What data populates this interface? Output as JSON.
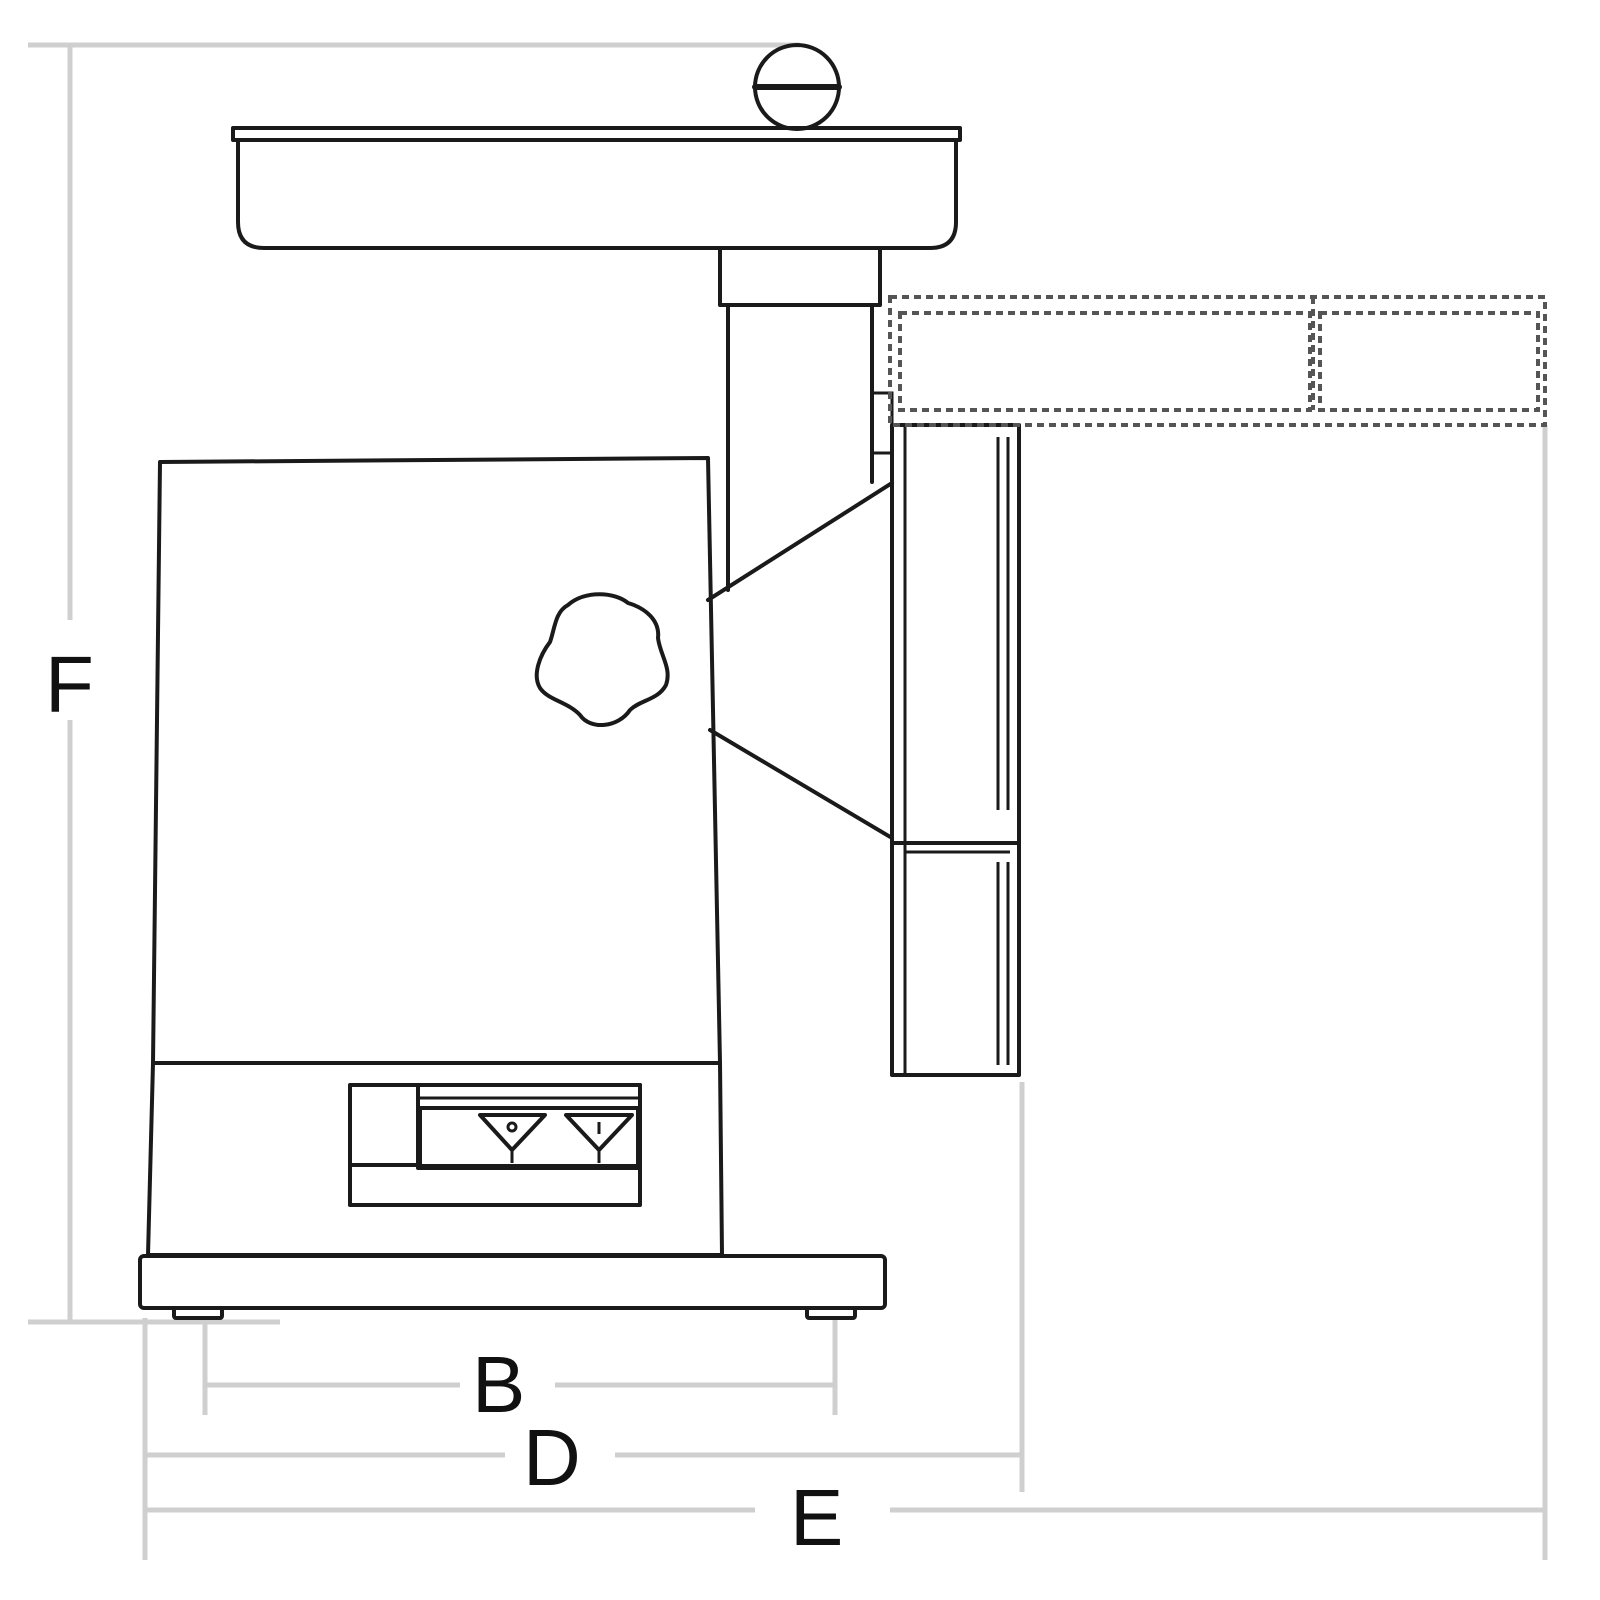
{
  "dimension_labels": {
    "b": "B",
    "d": "D",
    "e": "E",
    "f": "F"
  }
}
